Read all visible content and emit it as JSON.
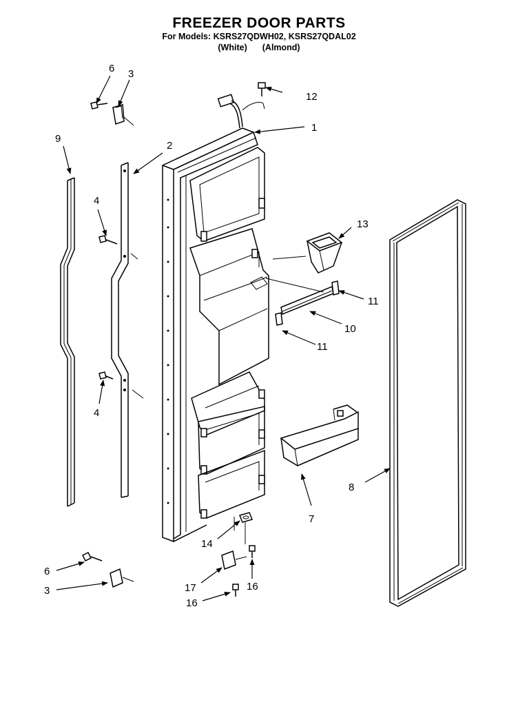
{
  "header": {
    "title": "FREEZER DOOR PARTS",
    "models": "For Models: KSRS27QDWH02, KSRS27QDAL02",
    "variant_white": "(White)",
    "variant_almond": "(Almond)"
  },
  "callouts": {
    "c1": "1",
    "c2": "2",
    "c3_top": "3",
    "c3_bottom": "3",
    "c4_top": "4",
    "c4_bottom": "4",
    "c6_top": "6",
    "c6_bottom": "6",
    "c7": "7",
    "c8": "8",
    "c9": "9",
    "c10": "10",
    "c11_top": "11",
    "c11_bottom": "11",
    "c12": "12",
    "c13": "13",
    "c14": "14",
    "c16_right": "16",
    "c16_left": "16",
    "c17": "17"
  }
}
